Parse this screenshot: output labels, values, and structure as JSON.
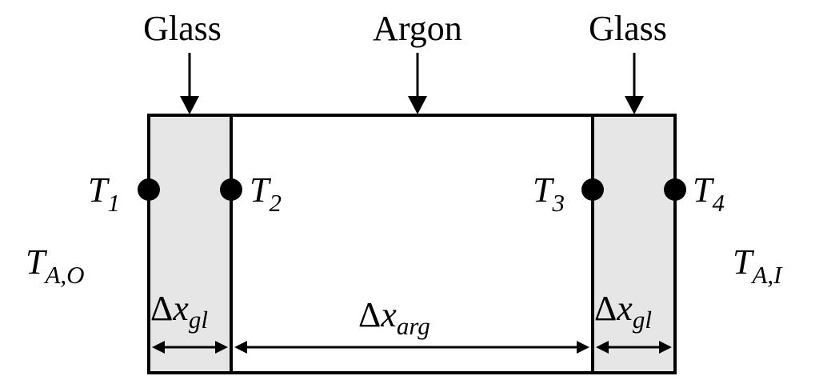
{
  "layers": {
    "glass_left": {
      "label": "Glass",
      "fill": "#e6e6e6"
    },
    "argon": {
      "label": "Argon",
      "fill": "#ffffff"
    },
    "glass_right": {
      "label": "Glass",
      "fill": "#e6e6e6"
    }
  },
  "temperatures": {
    "t1": {
      "symbol": "T",
      "subscript": "1"
    },
    "t2": {
      "symbol": "T",
      "subscript": "2"
    },
    "t3": {
      "symbol": "T",
      "subscript": "3"
    },
    "t4": {
      "symbol": "T",
      "subscript": "4"
    },
    "ambient_outside": {
      "symbol": "T",
      "subscript": "A,O"
    },
    "ambient_inside": {
      "symbol": "T",
      "subscript": "A,I"
    }
  },
  "thicknesses": {
    "glass_left": {
      "delta": "Δ",
      "var": "x",
      "subscript": "gl"
    },
    "argon": {
      "delta": "Δ",
      "var": "x",
      "subscript": "arg"
    },
    "glass_right": {
      "delta": "Δ",
      "var": "x",
      "subscript": "gl"
    }
  },
  "colors": {
    "stroke": "#000000",
    "glass_fill": "#e6e6e6",
    "argon_fill": "#ffffff"
  }
}
